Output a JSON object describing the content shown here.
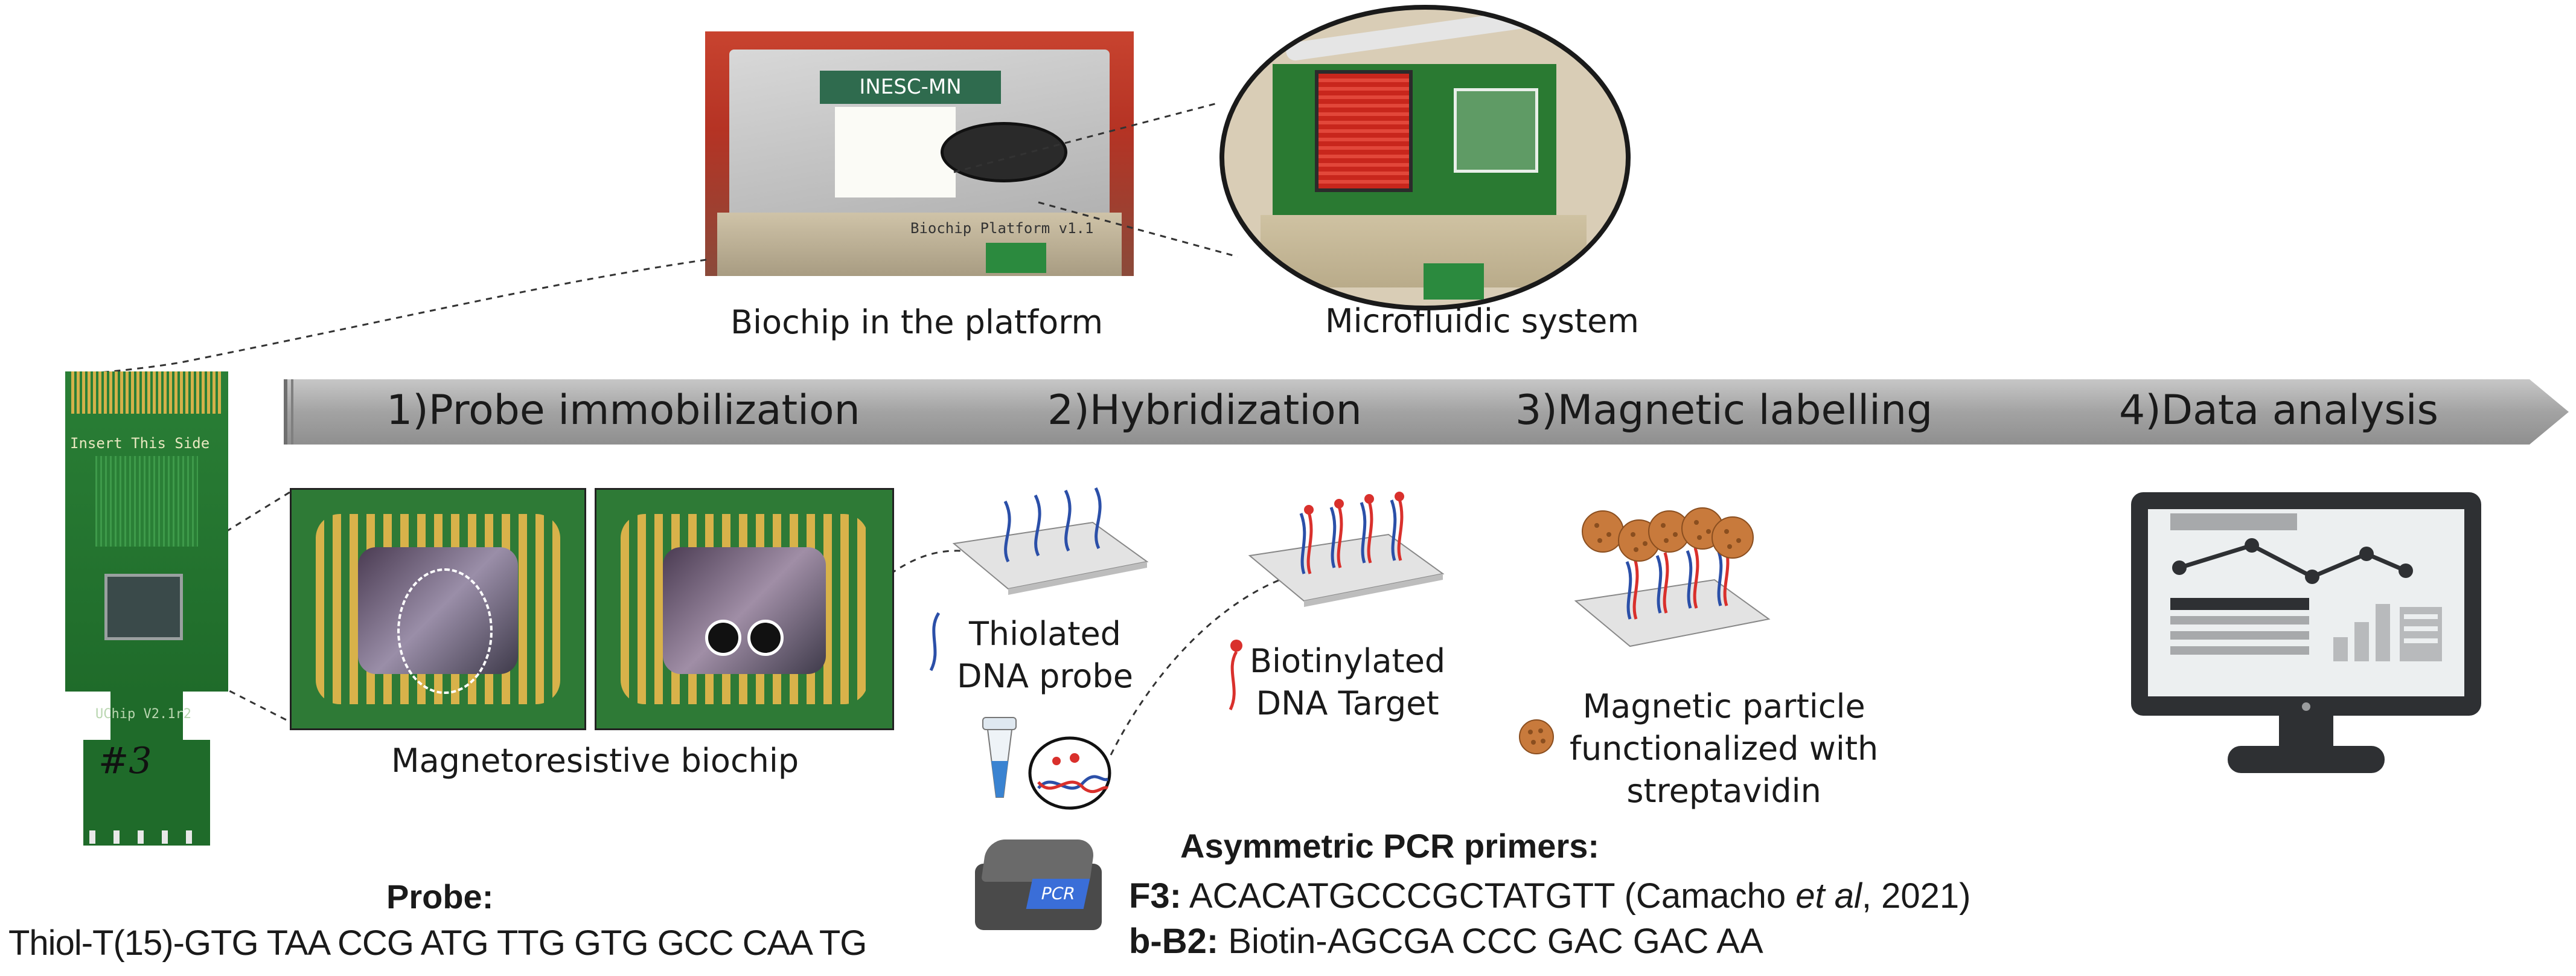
{
  "photos": {
    "platform_caption": "Biochip in the platform",
    "microfluidic_caption": "Microfluidic system",
    "box_label": "INESC-MN",
    "platform_front_text": "Biochip Platform v1.1",
    "biochip_caption": "Magnetoresistive biochip",
    "chip_insert_text": "Insert This Side",
    "chip_version_text": "UChip V2.1r2",
    "chip_mark": "#3"
  },
  "steps": [
    {
      "label": "1)Probe immobilization"
    },
    {
      "label": "2)Hybridization"
    },
    {
      "label": "3)Magnetic labelling"
    },
    {
      "label": "4)Data analysis"
    }
  ],
  "legend": {
    "thiolated": "Thiolated\nDNA probe",
    "biotinylated": "Biotinylated\nDNA Target",
    "magnetic": "Magnetic particle\nfunctionalized with\nstreptavidin",
    "pcr_label": "PCR"
  },
  "probe": {
    "title": "Probe:",
    "sequence": "Thiol-T(15)-GTG TAA CCG ATG TTG GTG GCC CAA TG"
  },
  "primers": {
    "title": "Asymmetric PCR primers:",
    "f3_label": "F3:",
    "f3_seq": "ACACATGCCCGCTATGTT (Camacho ",
    "f3_etal": "et al",
    "f3_year": ", 2021)",
    "b2_label": "b-B2:",
    "b2_seq": "Biotin-AGCGA CCC GAC GAC AA"
  },
  "colors": {
    "arrow": "#a6a6a6",
    "pcb_green": "#1f6b2a",
    "gold": "#c9a640",
    "probe_blue": "#2b4fa8",
    "target_red": "#d9302c",
    "particle": "#c87a3c"
  }
}
